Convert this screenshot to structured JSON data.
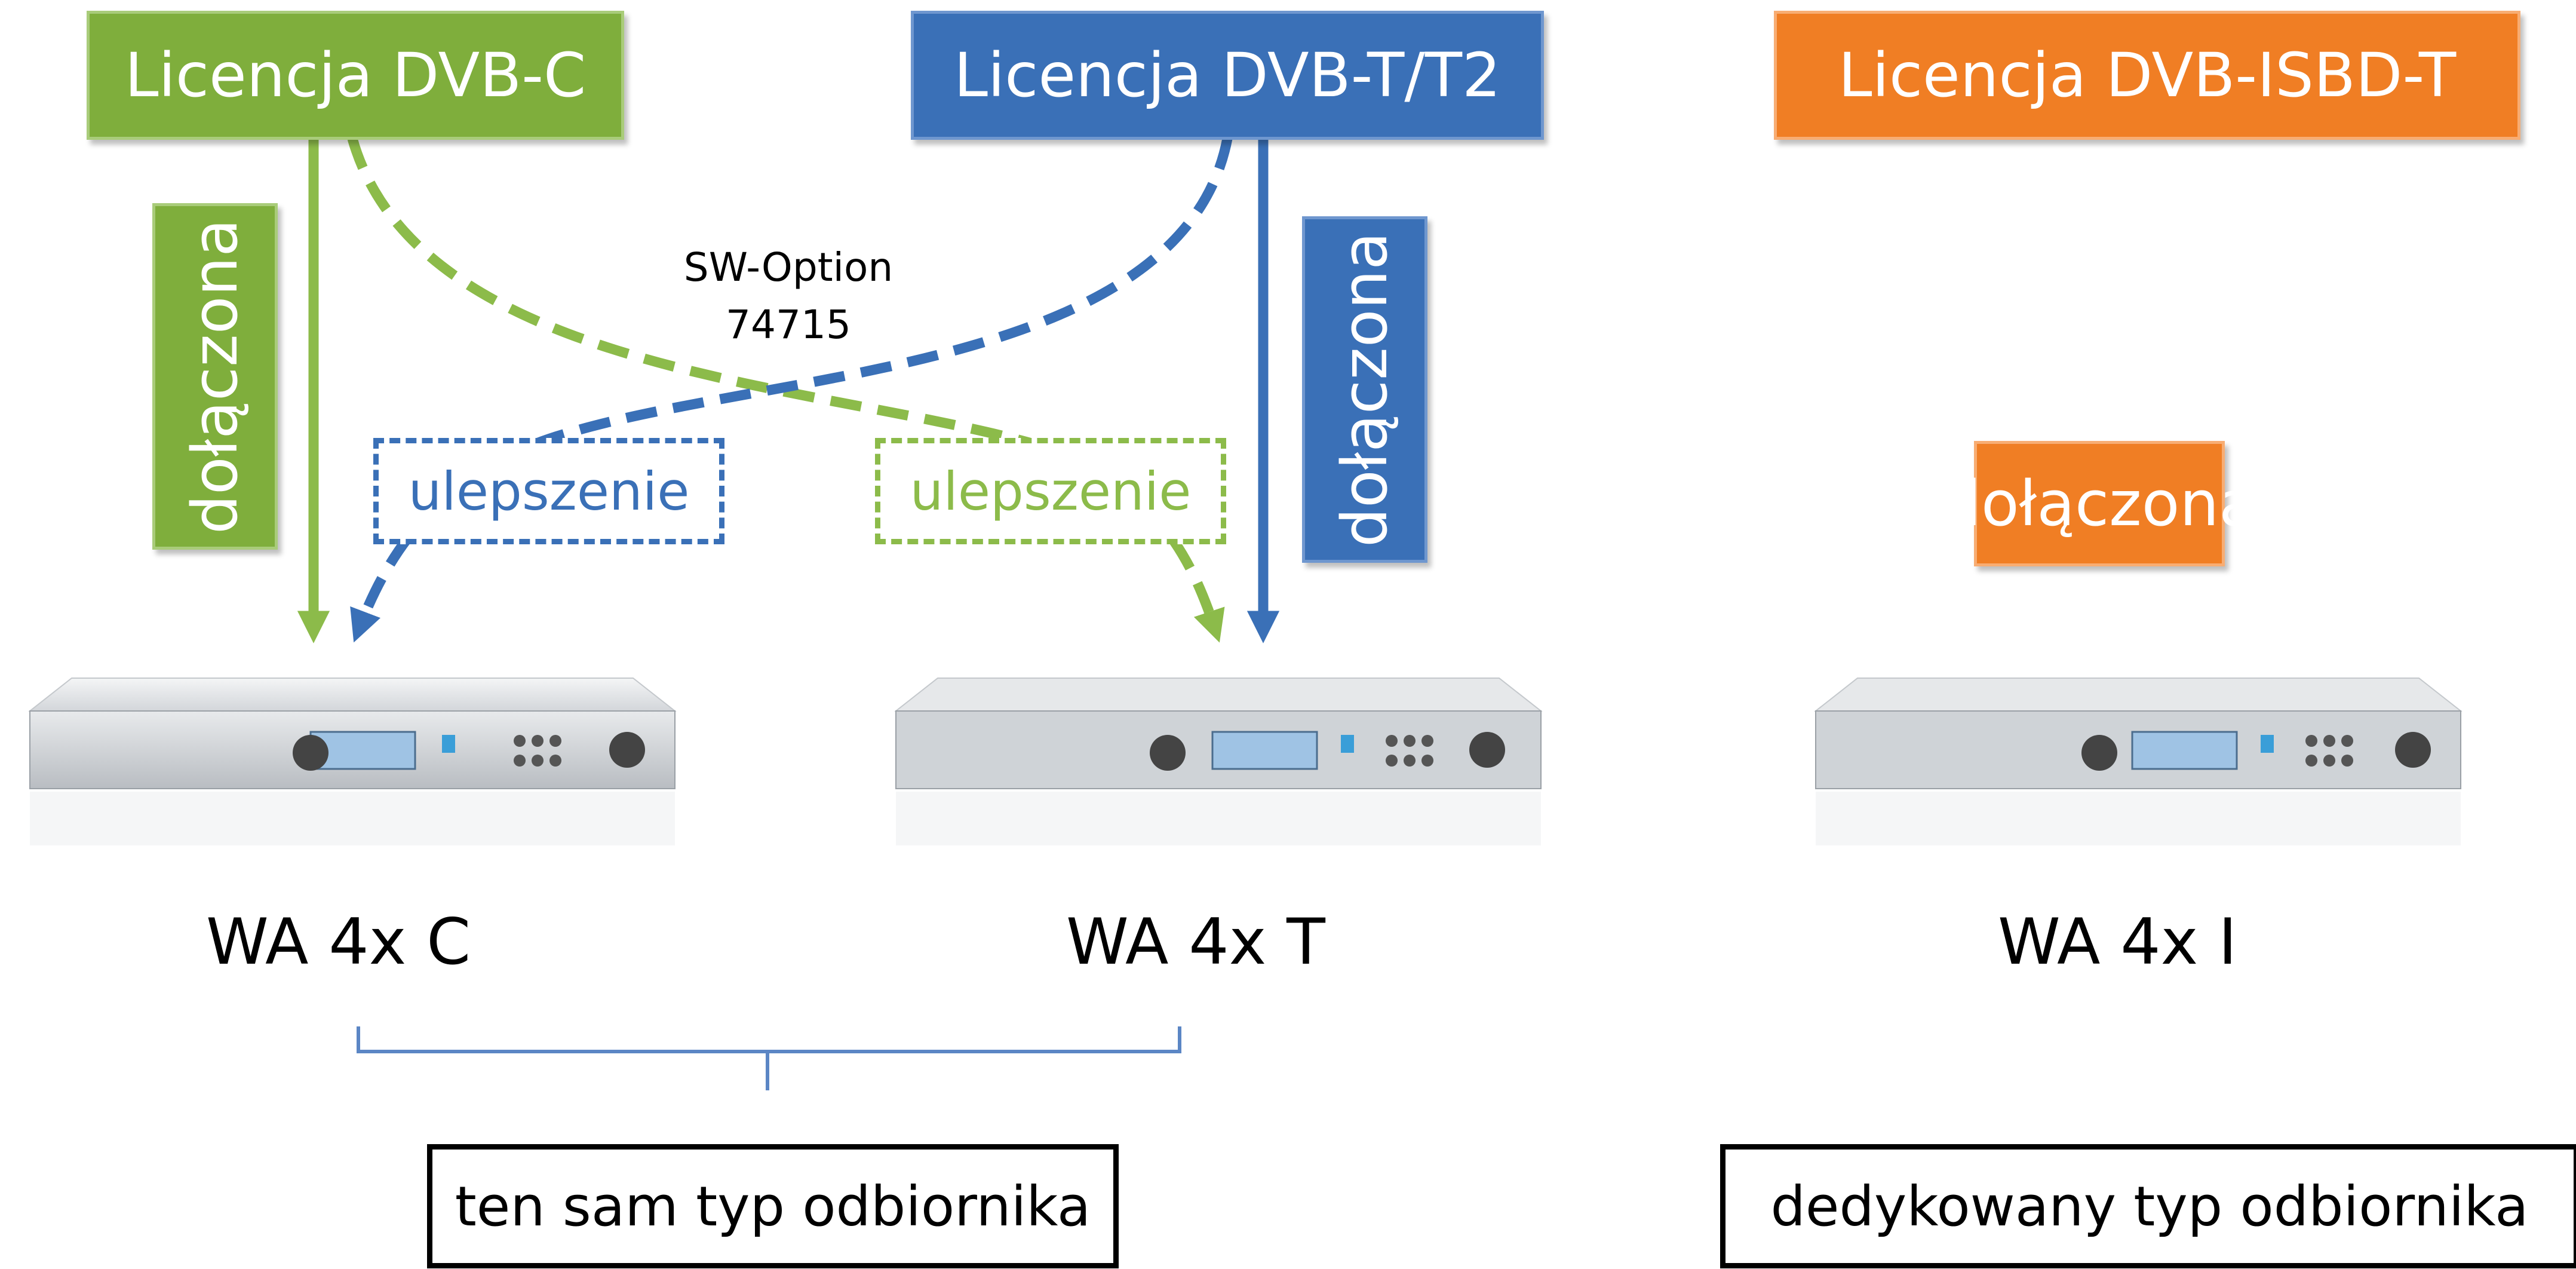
{
  "licenses": {
    "dvb_c": "Licencja DVB-C",
    "dvb_t": "Licencja DVB-T/T2",
    "dvb_isdbt": "Licencja DVB-ISBD-T"
  },
  "included_label": "dołączona",
  "upgrade_label": "ulepszenie",
  "sw_option": {
    "line1": "SW-Option",
    "line2": "74715"
  },
  "devices": {
    "c": "WA 4x C",
    "t": "WA 4x T",
    "i": "WA 4x I"
  },
  "receiver_types": {
    "same": "ten sam typ odbiornika",
    "dedicated": "dedykowany typ odbiornika"
  },
  "colors": {
    "green": "#7fae3c",
    "blue": "#3a70b7",
    "orange": "#f07e24",
    "dashed_green": "#8cbb4a",
    "dashed_blue": "#3a70b7"
  }
}
